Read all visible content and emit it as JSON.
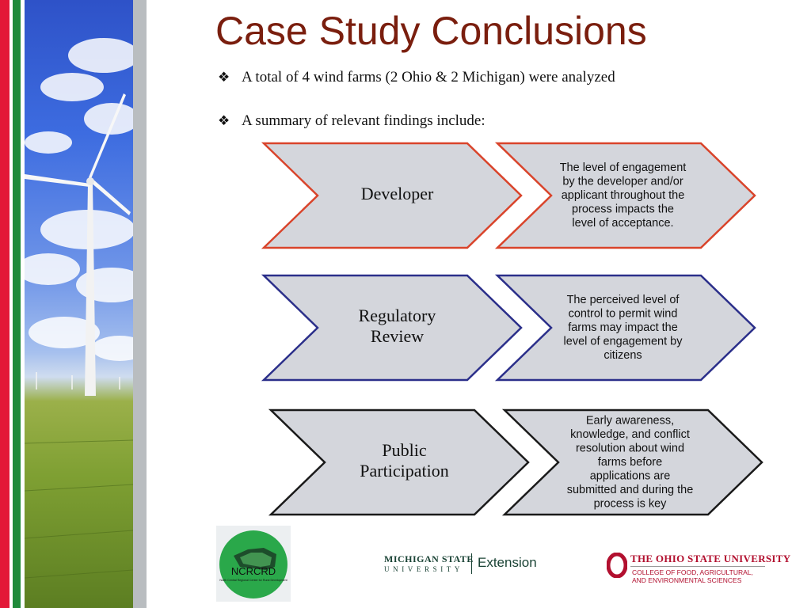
{
  "slide": {
    "title": "Case Study Conclusions",
    "bullets": [
      {
        "glyph": "❖",
        "text": "A total of 4 wind farms (2 Ohio & 2 Michigan) were analyzed"
      },
      {
        "glyph": "❖",
        "text": "A summary of relevant findings include:"
      }
    ]
  },
  "colors": {
    "title": "#7a1e0e",
    "chevron_fill": "#d4d6dc",
    "row_borders": [
      "#d9442b",
      "#2b2f8a",
      "#1a1a1a"
    ]
  },
  "findings": [
    {
      "label_lines": [
        "Developer"
      ],
      "detail_lines": [
        "The level of engagement",
        "by the developer and/or",
        "applicant throughout the",
        "process impacts the",
        "level of acceptance."
      ]
    },
    {
      "label_lines": [
        "Regulatory",
        "Review"
      ],
      "detail_lines": [
        "The perceived level of",
        "control to permit wind",
        "farms may impact the",
        "level of engagement by",
        "citizens"
      ]
    },
    {
      "label_lines": [
        "Public",
        "Participation"
      ],
      "detail_lines": [
        "Early awareness,",
        "knowledge, and conflict",
        "resolution about wind",
        "farms before",
        "applications are",
        "submitted and during the",
        "process is key"
      ]
    }
  ],
  "logos": {
    "ncrcrd": {
      "name": "NCRCRD",
      "subtitle": "North Central Regional Center for Rural Development"
    },
    "msu": {
      "name": "MICHIGAN STATE",
      "sub": "UNIVERSITY",
      "unit": "Extension"
    },
    "osu": {
      "name": "THE OHIO STATE UNIVERSITY",
      "line1": "COLLEGE OF FOOD, AGRICULTURAL,",
      "line2": "AND ENVIRONMENTAL SCIENCES"
    }
  },
  "icons": {
    "bullet": "diamond-bullet-icon",
    "photo": "wind-turbine-photo"
  }
}
